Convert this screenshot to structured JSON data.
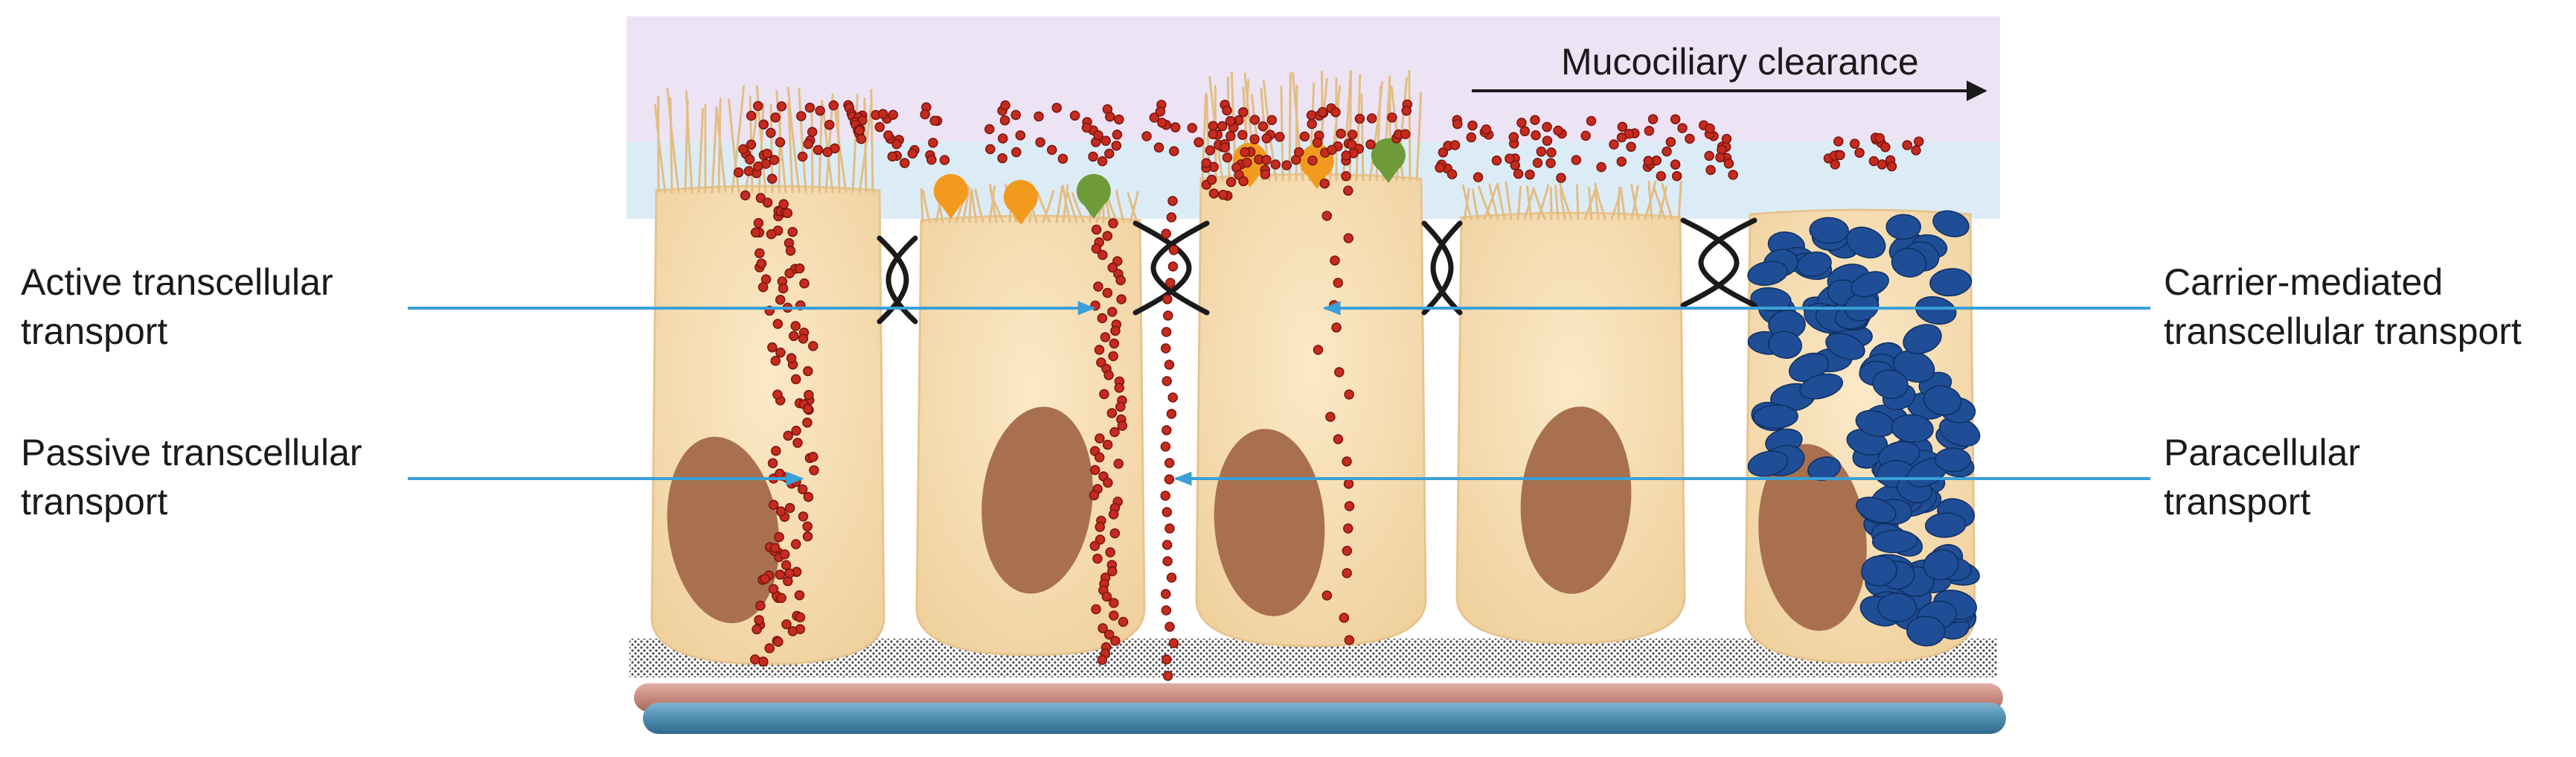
{
  "labels": {
    "active_line1": "Active transcellular",
    "active_line2": "transport",
    "passive_line1": "Passive transcellular",
    "passive_line2": "transport",
    "carrier_line1": "Carrier-mediated",
    "carrier_line2": "transcellular transport",
    "para_line1": "Paracellular",
    "para_line2": "transport",
    "mucociliary": "Mucociliary clearance"
  },
  "colors": {
    "mucus": "#e9e2f2",
    "periciliary": "#dcedf6",
    "cell_fill": "#f5dcb0",
    "cell_edge": "#e7c48f",
    "cilia": "#e3bd85",
    "nucleus": "#a8704f",
    "particle": "#c62b1e",
    "particle_edge": "#7a1510",
    "carrier_orange": "#f29a1d",
    "carrier_green": "#6f9a3a",
    "tight_junction": "#1a1a1a",
    "mucin_granule": "#1f4e96",
    "basement_dots": "#555555",
    "vessel_red": "#c98a80",
    "vessel_blue": "#4f8db0",
    "pointer_line": "#3aa0d8"
  },
  "icons": [
    "tight-junction-icon",
    "carrier-receptor-icon",
    "mucin-granule-icon"
  ]
}
